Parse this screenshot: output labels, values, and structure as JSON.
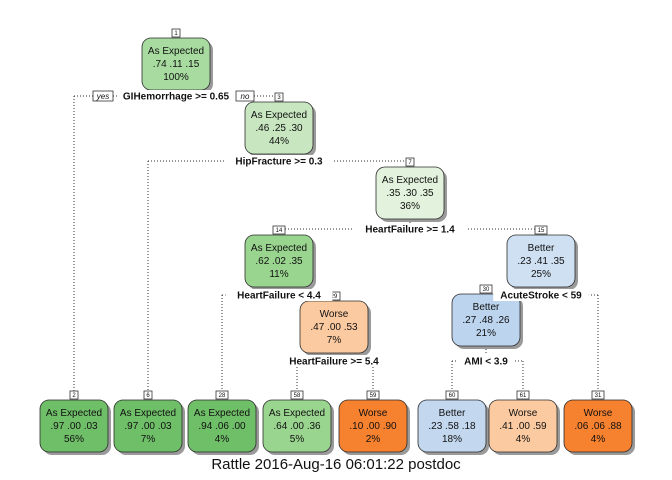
{
  "tree": {
    "nodes": [
      {
        "id": "n1",
        "num": "1",
        "label": "As Expected",
        "probs": ".74  .11  .15",
        "pct": "100%",
        "fill": "#a7dba0"
      },
      {
        "id": "n2",
        "num": "2",
        "label": "As Expected",
        "probs": ".97  .00  .03",
        "pct": "56%",
        "fill": "#6fbe68"
      },
      {
        "id": "n3",
        "num": "3",
        "label": "As Expected",
        "probs": ".46  .25  .30",
        "pct": "44%",
        "fill": "#c8e6c0"
      },
      {
        "id": "n6",
        "num": "6",
        "label": "As Expected",
        "probs": ".97  .00  .03",
        "pct": "7%",
        "fill": "#6fbe68"
      },
      {
        "id": "n7",
        "num": "7",
        "label": "As Expected",
        "probs": ".35  .30  .35",
        "pct": "36%",
        "fill": "#e2f2dc"
      },
      {
        "id": "n14",
        "num": "14",
        "label": "As Expected",
        "probs": ".62  .02  .35",
        "pct": "11%",
        "fill": "#9ad58f"
      },
      {
        "id": "n15",
        "num": "15",
        "label": "Better",
        "probs": ".23  .41  .35",
        "pct": "25%",
        "fill": "#cfe0f3"
      },
      {
        "id": "n28",
        "num": "28",
        "label": "As Expected",
        "probs": ".94  .06  .00",
        "pct": "4%",
        "fill": "#6fbe68"
      },
      {
        "id": "n29",
        "num": "29",
        "label": "Worse",
        "probs": ".47  .00  .53",
        "pct": "7%",
        "fill": "#fccaa0"
      },
      {
        "id": "n30",
        "num": "30",
        "label": "Better",
        "probs": ".27  .48  .26",
        "pct": "21%",
        "fill": "#bcd4ee"
      },
      {
        "id": "n31",
        "num": "31",
        "label": "Worse",
        "probs": ".06  .06  .88",
        "pct": "4%",
        "fill": "#f6812f"
      },
      {
        "id": "n58",
        "num": "58",
        "label": "As Expected",
        "probs": ".64  .00  .36",
        "pct": "5%",
        "fill": "#9ad58f"
      },
      {
        "id": "n59",
        "num": "59",
        "label": "Worse",
        "probs": ".10  .00  .90",
        "pct": "2%",
        "fill": "#f6812f"
      },
      {
        "id": "n60",
        "num": "60",
        "label": "Better",
        "probs": ".23  .58  .18",
        "pct": "18%",
        "fill": "#c3d8ef"
      },
      {
        "id": "n61",
        "num": "61",
        "label": "Worse",
        "probs": ".41  .00  .59",
        "pct": "4%",
        "fill": "#fccaa0"
      }
    ],
    "splits": [
      {
        "id": "s1",
        "text": "GIHemorrhage >= 0.65"
      },
      {
        "id": "s3",
        "text": "HipFracture >= 0.3"
      },
      {
        "id": "s7",
        "text": "HeartFailure >= 1.4"
      },
      {
        "id": "s14",
        "text": "HeartFailure < 4.4"
      },
      {
        "id": "s15",
        "text": "AcuteStroke < 59"
      },
      {
        "id": "s29",
        "text": "HeartFailure >= 5.4"
      },
      {
        "id": "s30",
        "text": "AMI < 3.9"
      }
    ],
    "yes_label": "yes",
    "no_label": "no"
  },
  "caption": "Rattle 2016-Aug-16 06:01:22 postdoc"
}
